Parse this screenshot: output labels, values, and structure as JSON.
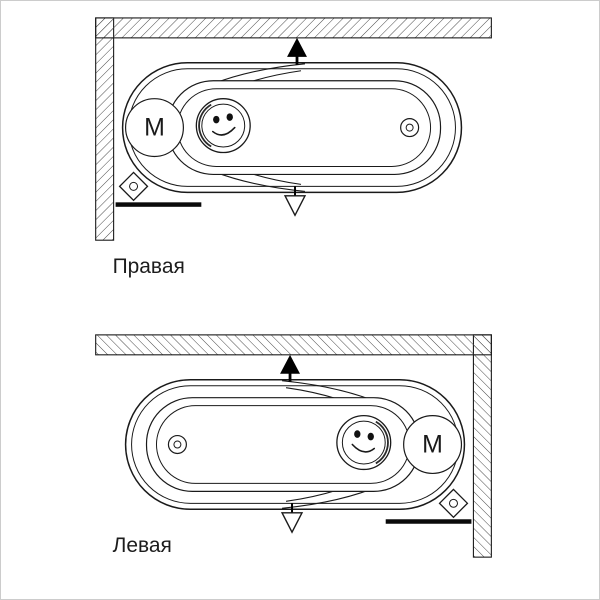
{
  "page": {
    "background_color": "#ffffff",
    "frame_color": "#cccccc"
  },
  "colors": {
    "line": "#1a1a1a",
    "hatch_line": "#4a4a4a",
    "fill": "#ffffff",
    "solid_marker": "#000000"
  },
  "diagrams": [
    {
      "id": "pravaya",
      "label": "Правая",
      "motor_label": "M",
      "wall_position": "top-left",
      "headrest_side": "left"
    },
    {
      "id": "levaya",
      "label": "Левая",
      "motor_label": "M",
      "wall_position": "top-right",
      "headrest_side": "right"
    }
  ]
}
